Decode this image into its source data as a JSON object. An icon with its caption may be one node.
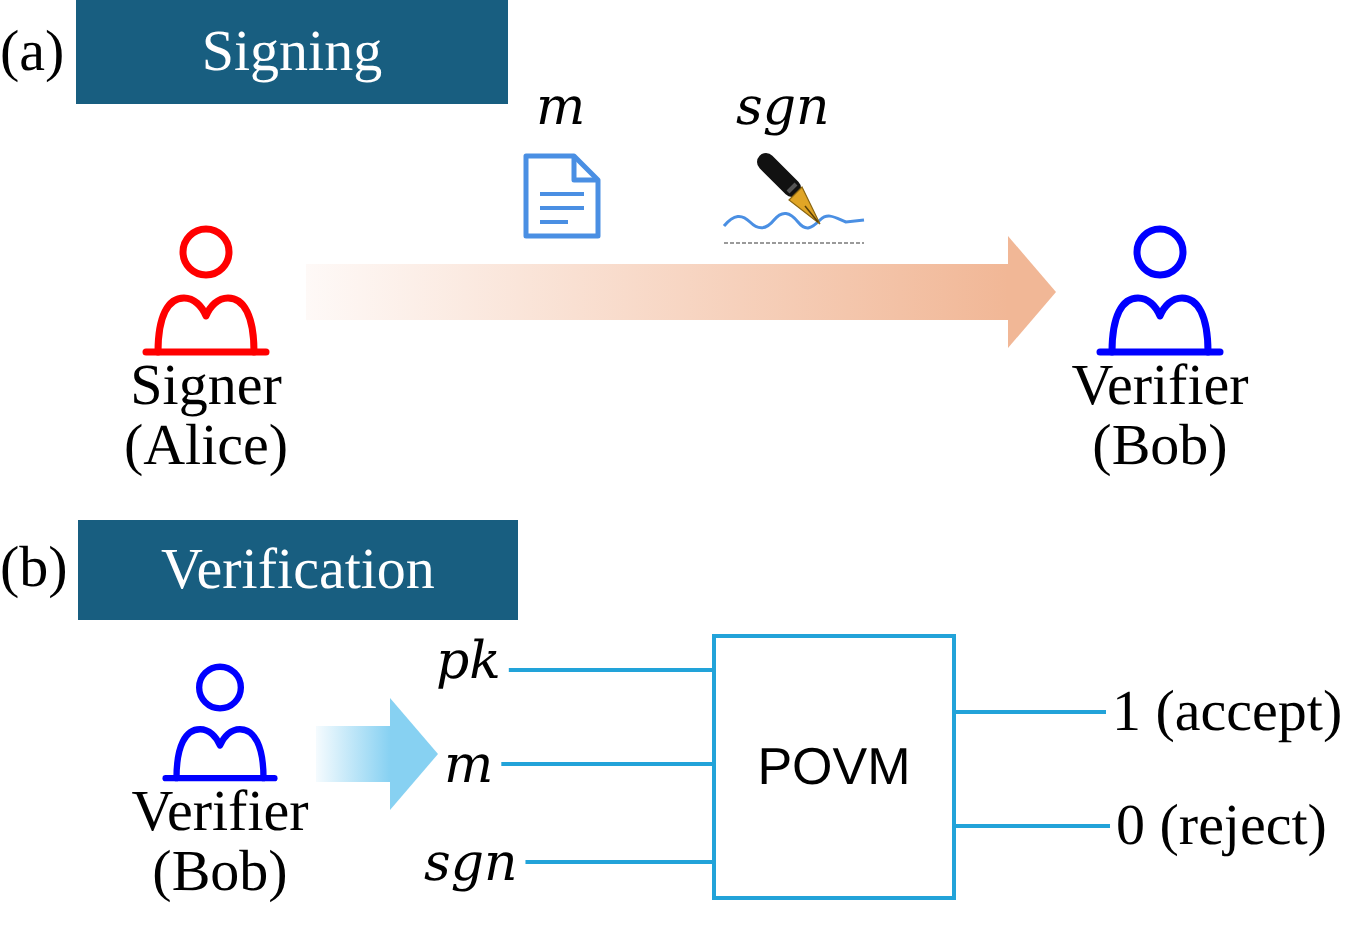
{
  "diagram": {
    "nodes": [
      {
        "text": [
          "Signing"
        ]
      },
      {
        "text": [
          "Signer (Alice)"
        ]
      },
      {
        "text": [
          "Verifier (Bob)"
        ]
      },
      {
        "text": [
          "Verification"
        ]
      },
      {
        "text": [
          "Verifier (Bob)"
        ]
      },
      {
        "text": [
          "pk"
        ]
      },
      {
        "text": [
          "m"
        ]
      },
      {
        "text": [
          "sgn"
        ]
      },
      {
        "text": [
          "POVM"
        ]
      },
      {
        "text": [
          "1 (accept)"
        ]
      },
      {
        "text": [
          "0 (reject)"
        ]
      }
    ],
    "edges": [
      {
        "from": 1,
        "to": 2,
        "arrow": "to",
        "style": "thick",
        "color": "#f1b796"
      },
      {
        "from": 4,
        "to": 6,
        "arrow": "to",
        "style": "thick",
        "color": "#87d1f2"
      },
      {
        "from": 5,
        "to": 8,
        "arrow": "none"
      },
      {
        "from": 6,
        "to": 8,
        "arrow": "none"
      },
      {
        "from": 7,
        "to": 8,
        "arrow": "none"
      },
      {
        "from": 8,
        "to": 9,
        "arrow": "none"
      },
      {
        "from": 8,
        "to": 10,
        "arrow": "none"
      }
    ],
    "labels": [
      "(a)",
      "m",
      "sgn",
      "(b)"
    ]
  }
}
